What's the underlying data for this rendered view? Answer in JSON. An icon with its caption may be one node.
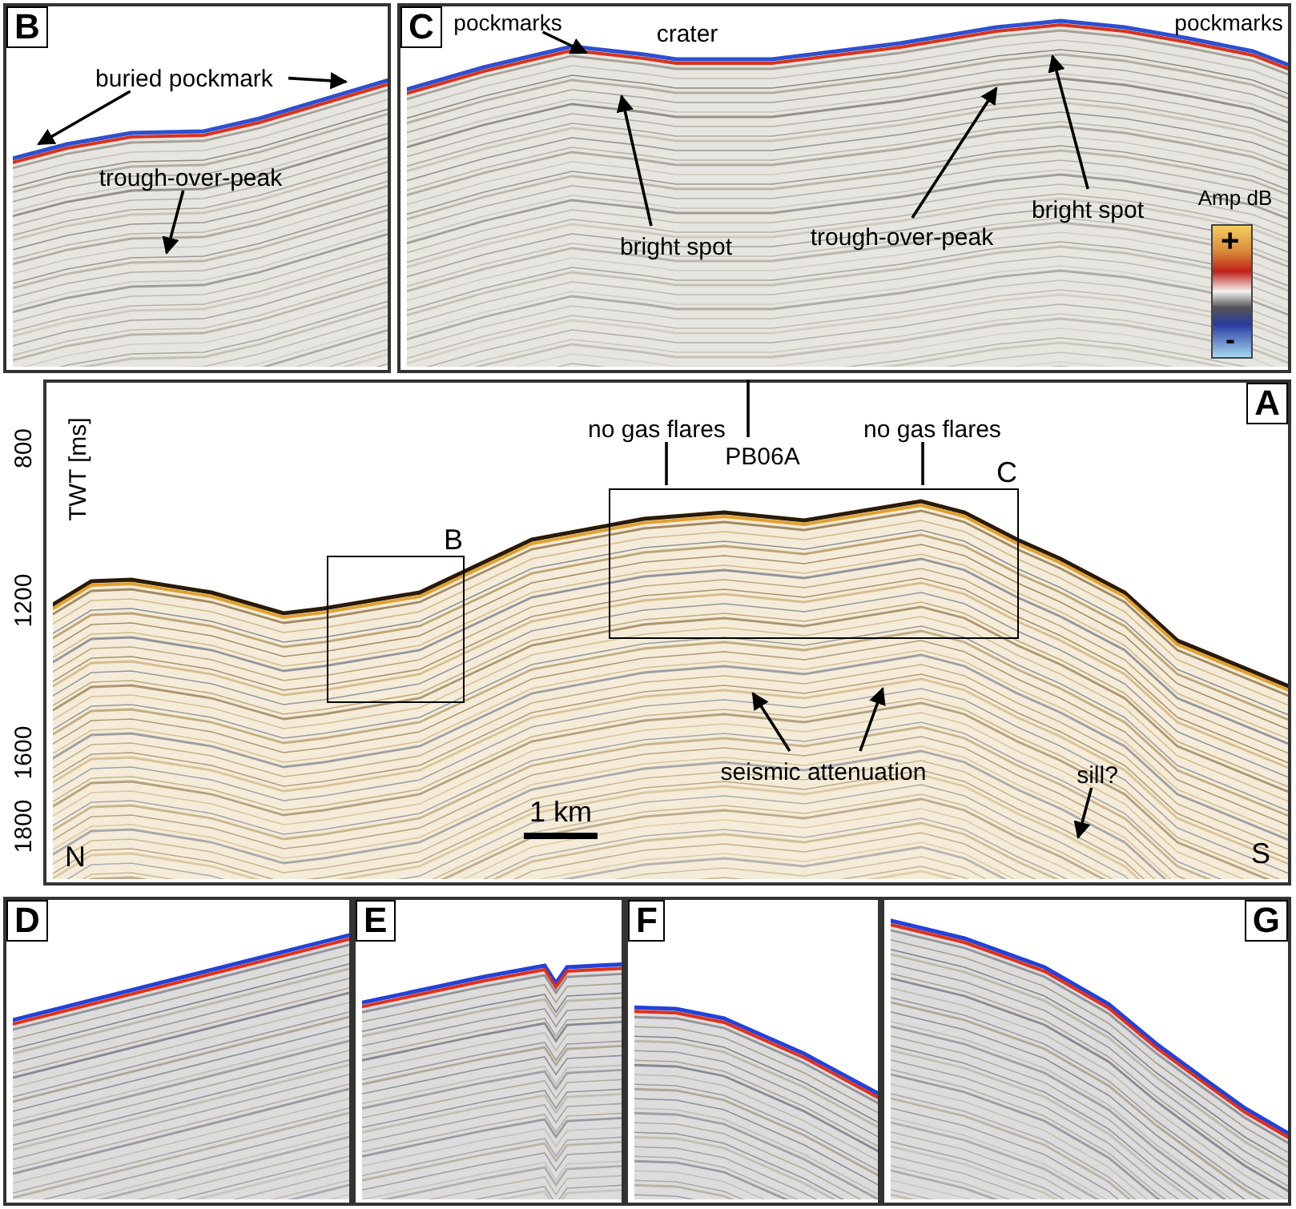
{
  "diagram": {
    "nodes": [
      {
        "text": [
          "B"
        ]
      },
      {
        "text": [
          "buried pockmark"
        ],
        "in": 0
      },
      {
        "text": [
          "trough-over-peak"
        ],
        "in": 0
      },
      {
        "text": [
          "C"
        ]
      },
      {
        "text": [
          "pockmarks"
        ],
        "in": 3
      },
      {
        "text": [
          "crater"
        ],
        "in": 3
      },
      {
        "text": [
          "pockmarks"
        ],
        "in": 3
      },
      {
        "text": [
          "bright spot"
        ],
        "in": 3
      },
      {
        "text": [
          "trough-over-peak"
        ],
        "in": 3
      },
      {
        "text": [
          "bright spot"
        ],
        "in": 3
      },
      {
        "text": [
          "Amp dB",
          "+",
          "-"
        ],
        "in": 3
      },
      {
        "text": [
          "A"
        ]
      },
      {
        "text": [
          "no gas flares"
        ],
        "in": 11
      },
      {
        "text": [
          "no gas flares"
        ],
        "in": 11
      },
      {
        "text": [
          "PB06A"
        ],
        "in": 11
      },
      {
        "text": [
          "B"
        ],
        "in": 11
      },
      {
        "text": [
          "C"
        ],
        "in": 11
      },
      {
        "text": [
          "seismic attenuation"
        ],
        "in": 11
      },
      {
        "text": [
          "sill?"
        ],
        "in": 11
      },
      {
        "text": [
          "D"
        ]
      },
      {
        "text": [
          "E"
        ]
      },
      {
        "text": [
          "F"
        ]
      },
      {
        "text": [
          "G"
        ]
      }
    ],
    "edges": [
      {
        "from": 1,
        "to": null,
        "arrow": "to"
      },
      {
        "from": 1,
        "to": null,
        "arrow": "to"
      },
      {
        "from": 2,
        "to": null,
        "arrow": "to"
      },
      {
        "from": 4,
        "to": null,
        "arrow": "to"
      },
      {
        "from": 7,
        "to": null,
        "arrow": "to"
      },
      {
        "from": 8,
        "to": null,
        "arrow": "to"
      },
      {
        "from": 9,
        "to": null,
        "arrow": "to"
      },
      {
        "from": 12,
        "to": 16,
        "arrow": "none"
      },
      {
        "from": 13,
        "to": 16,
        "arrow": "none"
      },
      {
        "from": 14,
        "to": 11,
        "arrow": "none"
      },
      {
        "from": 17,
        "to": null,
        "arrow": "to"
      },
      {
        "from": 17,
        "to": null,
        "arrow": "to"
      },
      {
        "from": 18,
        "to": null,
        "arrow": "to"
      }
    ],
    "labels": [
      "TWT [ms]",
      "800",
      "1200",
      "1600",
      "1800",
      "N",
      "1 km",
      "S"
    ]
  }
}
